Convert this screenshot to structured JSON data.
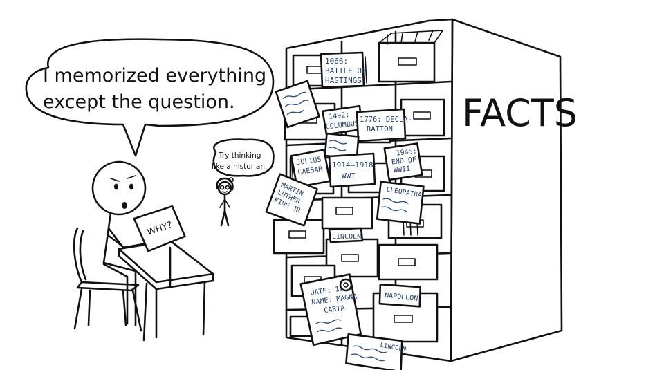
{
  "speech_bubble": {
    "line1": "I memorized everything",
    "line2": "except the question."
  },
  "thought_bubble": {
    "line1": "Try thinking",
    "line2": "like a historian."
  },
  "paper_label": "WHY?",
  "cabinet_side_label": "FACTS",
  "cards": {
    "battle_of_hastings": [
      "1066:",
      "BATTLE OF",
      "HASTINGS"
    ],
    "columbus": [
      "1492:",
      "COLUMBUS"
    ],
    "declaration": [
      "1776: DECLA-",
      "RATION"
    ],
    "julius_caesar": [
      "JULIUS",
      "CAESAR"
    ],
    "wwi": [
      "1914–1918:",
      "WWI"
    ],
    "wwii": [
      "1945:",
      "END OF",
      "WWII"
    ],
    "mlk": [
      "MARTIN",
      "LUTHER",
      "KING JR"
    ],
    "cleopatra": [
      "CLEOPATRA"
    ],
    "lincoln_tab": [
      "LINCOLN"
    ],
    "magna_carta": [
      "DATE: 1215",
      "NAME: MAGNA",
      "CARTA"
    ],
    "napoleon": [
      "NAPOLEON"
    ],
    "lincoln_floor": [
      "LINCOLN"
    ]
  }
}
